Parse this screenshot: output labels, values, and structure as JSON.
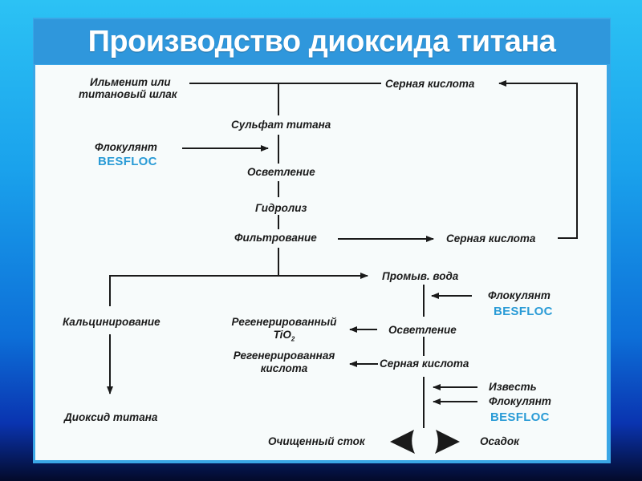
{
  "title": "Производство диоксида титана",
  "colors": {
    "title_bar": "#2f97dc",
    "panel": "#f7fbfb",
    "brand_text": "#2a9bd6",
    "line": "#1a1a1a"
  },
  "nodes": {
    "ilmenite_line1": "Ильменит или",
    "ilmenite_line2": "титановый шлак",
    "sulfuric_acid_top": "Серная кислота",
    "titanium_sulfate": "Сульфат титана",
    "flocculant_1": "Флокулянт",
    "besfloc_1": "BESFLOC",
    "clarification_1": "Осветление",
    "hydrolysis": "Гидролиз",
    "filtration": "Фильтрование",
    "sulfuric_acid_mid": "Серная кислота",
    "wash_water": "Промыв. вода",
    "flocculant_2": "Флокулянт",
    "besfloc_2": "BESFLOC",
    "calcination": "Кальцинирование",
    "regen_tio2_line1": "Регенерированный",
    "regen_tio2_line2": "TiO",
    "regen_tio2_sub": "2",
    "clarification_2": "Осветление",
    "regen_acid_line1": "Регенерированная",
    "regen_acid_line2": "кислота",
    "sulfuric_acid_low": "Серная кислота",
    "lime": "Известь",
    "flocculant_3": "Флокулянт",
    "besfloc_3": "BESFLOC",
    "titanium_dioxide": "Диоксид титана",
    "treated_effluent": "Очищенный сток",
    "sediment": "Осадок"
  },
  "edges": [
    {
      "from": "ilmenite",
      "to": "titanium_sulfate"
    },
    {
      "from": "sulfuric_acid_top",
      "to": "titanium_sulfate"
    },
    {
      "from": "flocculant_1",
      "to": "clarification_1"
    },
    {
      "from": "titanium_sulfate",
      "to": "clarification_1"
    },
    {
      "from": "clarification_1",
      "to": "hydrolysis"
    },
    {
      "from": "hydrolysis",
      "to": "filtration"
    },
    {
      "from": "filtration",
      "to": "sulfuric_acid_mid"
    },
    {
      "from": "sulfuric_acid_mid",
      "to": "sulfuric_acid_top"
    },
    {
      "from": "filtration",
      "to": "wash_water"
    },
    {
      "from": "filtration",
      "to": "calcination"
    },
    {
      "from": "calcination",
      "to": "titanium_dioxide"
    },
    {
      "from": "flocculant_2",
      "to": "wash_water-clarification_2"
    },
    {
      "from": "wash_water",
      "to": "clarification_2"
    },
    {
      "from": "clarification_2",
      "to": "regen_tio2"
    },
    {
      "from": "clarification_2",
      "to": "sulfuric_acid_low"
    },
    {
      "from": "sulfuric_acid_low",
      "to": "regen_acid"
    },
    {
      "from": "lime",
      "to": "effluent_stream"
    },
    {
      "from": "flocculant_3",
      "to": "effluent_stream"
    },
    {
      "from": "effluent_stream",
      "to": "treated_effluent"
    },
    {
      "from": "effluent_stream",
      "to": "sediment"
    }
  ]
}
